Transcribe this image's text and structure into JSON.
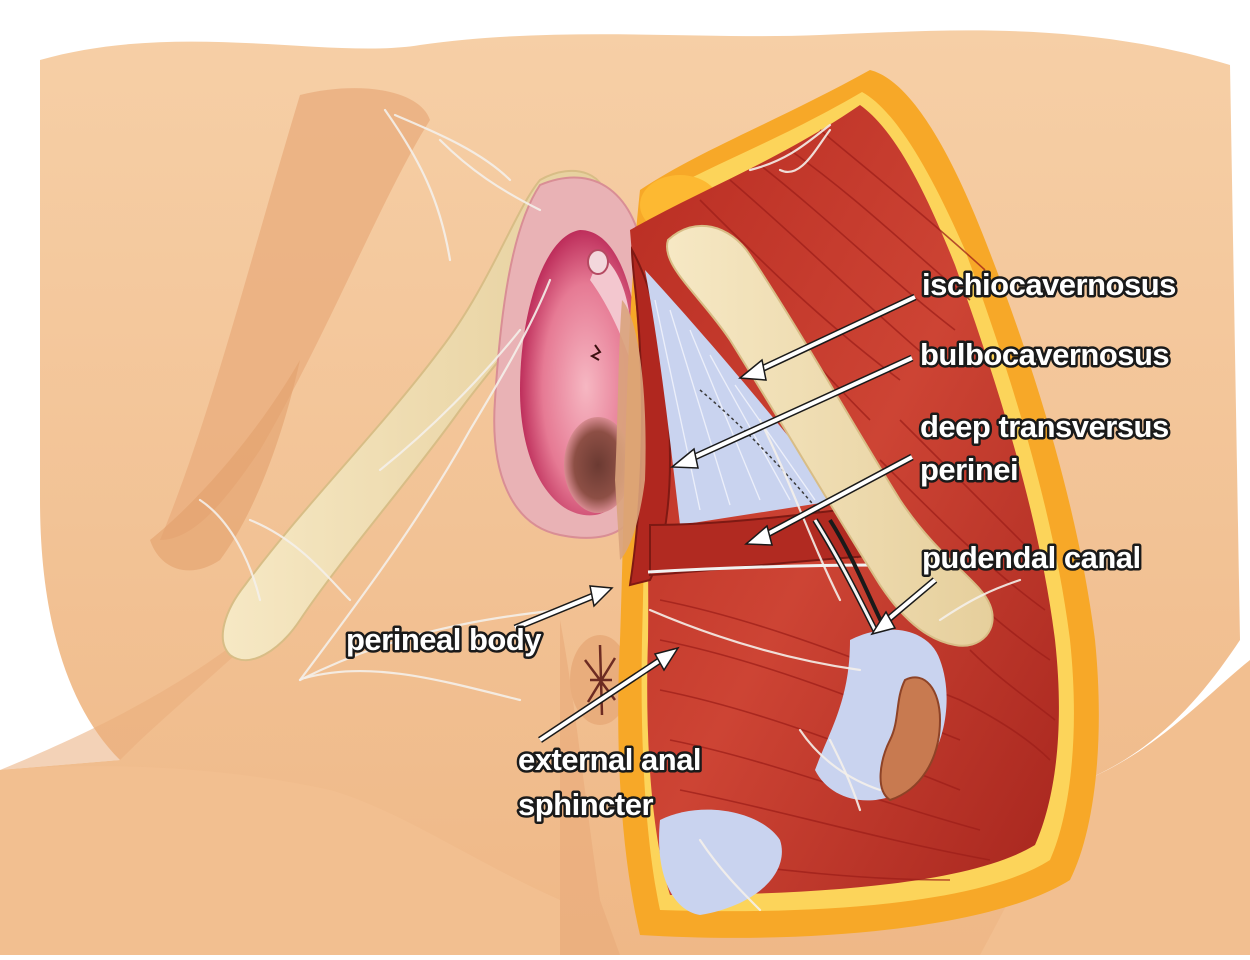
{
  "labels": {
    "ischiocavernosus": "ischiocavernosus",
    "bulbocavernosus": "bulbocavernosus",
    "deep_transversus_line1": "deep transversus",
    "deep_transversus_line2": "perinei",
    "pudendal_canal": "pudendal canal",
    "perineal_body": "perineal body",
    "external_anal_line1": "external anal",
    "external_anal_line2": "sphincter"
  },
  "colors": {
    "skin": "#f4c59a",
    "skin_shadow": "#e3a876",
    "fat": "#f7a928",
    "fat_light": "#fcd45a",
    "muscle": "#c1352a",
    "muscle_dark": "#8e1e17",
    "bone": "#f1dfb4",
    "fascia": "#c9d3ef",
    "vulva_pink": "#e98aa0",
    "vulva_dark": "#a3123e",
    "label_fill": "#ffffff",
    "label_outline": "#1a1a1a"
  }
}
